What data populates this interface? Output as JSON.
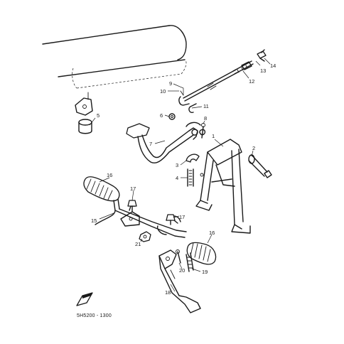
{
  "diagram": {
    "callouts": [
      {
        "id": "c1",
        "label": "1"
      },
      {
        "id": "c2",
        "label": "2"
      },
      {
        "id": "c3",
        "label": "3"
      },
      {
        "id": "c4",
        "label": "4"
      },
      {
        "id": "c5",
        "label": "5"
      },
      {
        "id": "c6",
        "label": "6"
      },
      {
        "id": "c7",
        "label": "7"
      },
      {
        "id": "c8",
        "label": "8"
      },
      {
        "id": "c9",
        "label": "9"
      },
      {
        "id": "c10",
        "label": "10"
      },
      {
        "id": "c11",
        "label": "11"
      },
      {
        "id": "c12",
        "label": "12"
      },
      {
        "id": "c13",
        "label": "13"
      },
      {
        "id": "c14",
        "label": "14"
      },
      {
        "id": "c15",
        "label": "15"
      },
      {
        "id": "c16a",
        "label": "16"
      },
      {
        "id": "c16b",
        "label": "16"
      },
      {
        "id": "c17a",
        "label": "17"
      },
      {
        "id": "c17b",
        "label": "17"
      },
      {
        "id": "c18",
        "label": "18"
      },
      {
        "id": "c19",
        "label": "19"
      },
      {
        "id": "c20",
        "label": "20"
      },
      {
        "id": "c21",
        "label": "21"
      }
    ],
    "part_code": "5H5200 - 1300",
    "front_marker": "FWD"
  }
}
